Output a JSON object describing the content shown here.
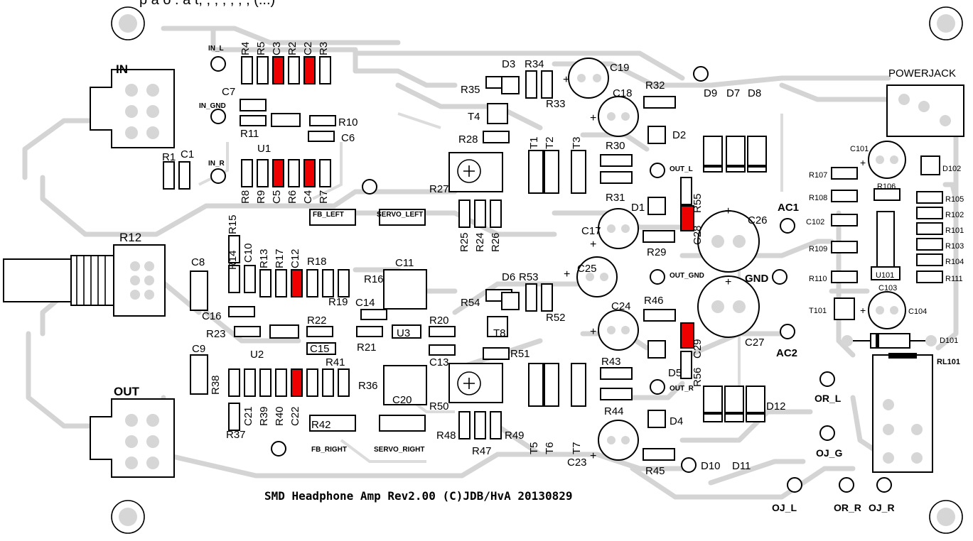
{
  "colors": {
    "marked_component": "#ee0000",
    "silkscreen": "#000000",
    "copper_trace": "#d4d4d4",
    "background": "#ffffff"
  },
  "top_caption": "p a o . a t, , , , , , , (...)",
  "board_title": "SMD Headphone Amp Rev2.00 (C)JDB/HvA 20130829",
  "connectors": {
    "in": "IN",
    "out": "OUT",
    "power": "POWERJACK"
  },
  "nets": {
    "in_l": "IN_L",
    "in_gnd": "IN_GND",
    "in_r": "IN_R",
    "fb_left": "FB_LEFT",
    "servo_left": "SERVO_LEFT",
    "fb_right": "FB_RIGHT",
    "servo_right": "SERVO_RIGHT",
    "out_l": "OUT_L",
    "out_gnd": "OUT_GND",
    "out_r": "OUT_R",
    "ac1": "AC1",
    "gnd": "GND",
    "ac2": "AC2",
    "or_l": "OR_L",
    "oj_g": "OJ_G",
    "oj_l": "OJ_L",
    "or_r": "OR_R",
    "oj_r": "OJ_R"
  },
  "refs": {
    "R1": "R1",
    "C1": "C1",
    "U1": "U1",
    "C7": "C7",
    "R11": "R11",
    "R10": "R10",
    "C6": "C6",
    "R4": "R4",
    "R5": "R5",
    "C3": "C3",
    "R2": "R2",
    "C2": "C2",
    "R3": "R3",
    "R8": "R8",
    "R9": "R9",
    "C5": "C5",
    "R6": "R6",
    "C4": "C4",
    "R7": "R7",
    "R12": "R12",
    "C8": "C8",
    "R15": "R15",
    "C10": "C10",
    "R13": "R13",
    "R17": "R17",
    "C12": "C12",
    "R14": "R14",
    "R18": "R18",
    "R16": "R16",
    "R19": "R19",
    "C11": "C11",
    "C14": "C14",
    "C16": "C16",
    "R23": "R23",
    "R22": "R22",
    "C15": "C15",
    "R21": "R21",
    "R20": "R20",
    "U3": "U3",
    "C13": "C13",
    "U2": "U2",
    "C9": "C9",
    "R38": "R38",
    "R41": "R41",
    "R36": "R36",
    "C20": "C20",
    "C21": "C21",
    "R39": "R39",
    "R40": "R40",
    "C22": "C22",
    "R42": "R42",
    "R37": "R37",
    "D3": "D3",
    "R34": "R34",
    "C19": "C19",
    "R35": "R35",
    "R33": "R33",
    "C18": "C18",
    "R32": "R32",
    "T4": "T4",
    "R28": "R28",
    "T1": "T1",
    "T2": "T2",
    "T3": "T3",
    "R30": "R30",
    "D2": "D2",
    "R27": "R27",
    "R31": "R31",
    "D1": "D1",
    "C17": "C17",
    "R25": "R25",
    "R24": "R24",
    "R26": "R26",
    "R29": "R29",
    "R55": "R55",
    "C28": "C28",
    "C26": "C26",
    "D9": "D9",
    "D7": "D7",
    "D8": "D8",
    "D6": "D6",
    "R53": "R53",
    "C25": "C25",
    "R54": "R54",
    "R52": "R52",
    "C24": "C24",
    "R46": "R46",
    "T8": "T8",
    "R51": "R51",
    "R50": "R50",
    "T5": "T5",
    "T6": "T6",
    "T7": "T7",
    "R43": "R43",
    "D5": "D5",
    "R44": "R44",
    "D4": "D4",
    "C23": "C23",
    "R45": "R45",
    "R48": "R48",
    "R47": "R47",
    "R49": "R49",
    "C29": "C29",
    "R56": "R56",
    "C27": "C27",
    "D12": "D12",
    "D10": "D10",
    "D11": "D11",
    "C101": "C101",
    "D102": "D102",
    "R107": "R107",
    "R106": "R106",
    "R105": "R105",
    "R108": "R108",
    "R102": "R102",
    "C102": "C102",
    "R101": "R101",
    "R109": "R109",
    "R103": "R103",
    "R104": "R104",
    "R110": "R110",
    "U101": "U101",
    "R111": "R111",
    "C103": "C103",
    "T101": "T101",
    "C104": "C104",
    "D101": "D101",
    "RL101": "RL101"
  }
}
